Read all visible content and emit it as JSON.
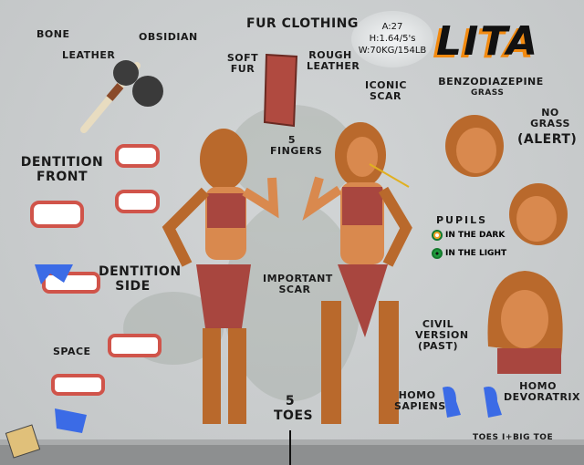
{
  "title": "LITA",
  "stats": {
    "age": "A:27",
    "height": "H:1.64/5's",
    "weight": "W:70KG/154LB"
  },
  "labels": {
    "bone": "BONE",
    "leather": "LEATHER",
    "obsidian": "OBSIDIAN",
    "fur_clothing": "FUR CLOTHING",
    "soft_fur": "SOFT FUR",
    "rough_leather": "ROUGH LEATHER",
    "iconic_scar": "ICONIC SCAR",
    "benzodiazepine": "BENZODIAZEPINE",
    "grass": "GRASS",
    "no_grass": "NO GRASS",
    "alert": "(ALERT)",
    "dentition_front": "DENTITION FRONT",
    "dentition_side": "DENTITION SIDE",
    "space": "SPACE",
    "five_fingers": "5 FINGERS",
    "important_scar": "IMPORTANT SCAR",
    "five_toes": "5 TOES",
    "civil_version": "CIVIL VERSION (PAST)",
    "homo_sapiens": "HOMO SAPIENS",
    "homo_devoratrix": "HOMO DEVORATRIX",
    "toes_note": "TOES I+BIG TOE"
  },
  "pupils": {
    "heading": "PUPILS",
    "dark": "IN THE DARK",
    "light": "IN THE LIGHT"
  },
  "colors": {
    "skin": "#d9894e",
    "fur": "#b9692c",
    "cloth": "#a8463f",
    "accent": "#f28a10",
    "blue": "#3b6be6",
    "eye": "#137a2c"
  }
}
